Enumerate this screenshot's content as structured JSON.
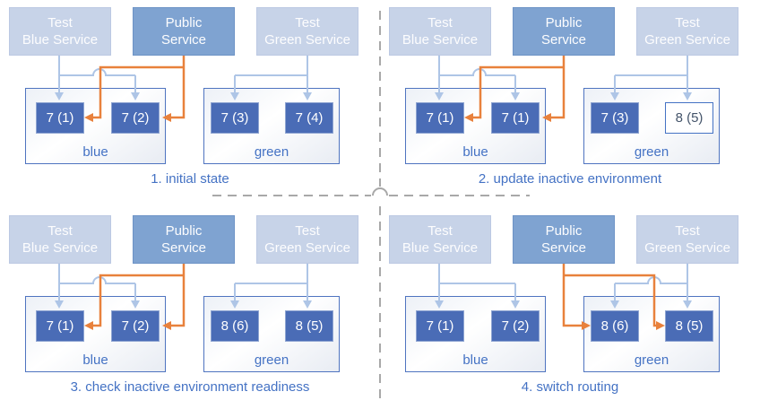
{
  "colors": {
    "service_test_fill": "#c7d3e8",
    "service_public_fill": "#7fa3d1",
    "pod_fill": "#4a6cb6",
    "pod_outline_border": "#4472c4",
    "env_border": "#4f74c0",
    "caption_text": "#4472c4",
    "test_route_arrow": "#aec5e6",
    "public_route_arrow": "#e8813c",
    "divider_dash": "#a8a8a8"
  },
  "panels": [
    {
      "caption": "1. initial state",
      "public_routes_to": "blue",
      "services": {
        "test_blue": {
          "line1": "Test",
          "line2": "Blue Service"
        },
        "public": {
          "line1": "Public",
          "line2": "Service"
        },
        "test_green": {
          "line1": "Test",
          "line2": "Green Service"
        }
      },
      "environments": {
        "blue": {
          "label": "blue",
          "pods": [
            {
              "label": "7 (1)",
              "state": "running"
            },
            {
              "label": "7 (2)",
              "state": "running"
            }
          ]
        },
        "green": {
          "label": "green",
          "pods": [
            {
              "label": "7 (3)",
              "state": "running"
            },
            {
              "label": "7 (4)",
              "state": "running"
            }
          ]
        }
      }
    },
    {
      "caption": "2. update inactive environment",
      "public_routes_to": "blue",
      "services": {
        "test_blue": {
          "line1": "Test",
          "line2": "Blue Service"
        },
        "public": {
          "line1": "Public",
          "line2": "Service"
        },
        "test_green": {
          "line1": "Test",
          "line2": "Green Service"
        }
      },
      "environments": {
        "blue": {
          "label": "blue",
          "pods": [
            {
              "label": "7 (1)",
              "state": "running"
            },
            {
              "label": "7 (1)",
              "state": "running"
            }
          ]
        },
        "green": {
          "label": "green",
          "pods": [
            {
              "label": "7 (3)",
              "state": "running"
            },
            {
              "label": "8 (5)",
              "state": "updating"
            }
          ]
        }
      }
    },
    {
      "caption": "3. check inactive environment readiness",
      "public_routes_to": "blue",
      "services": {
        "test_blue": {
          "line1": "Test",
          "line2": "Blue Service"
        },
        "public": {
          "line1": "Public",
          "line2": "Service"
        },
        "test_green": {
          "line1": "Test",
          "line2": "Green Service"
        }
      },
      "environments": {
        "blue": {
          "label": "blue",
          "pods": [
            {
              "label": "7 (1)",
              "state": "running"
            },
            {
              "label": "7 (2)",
              "state": "running"
            }
          ]
        },
        "green": {
          "label": "green",
          "pods": [
            {
              "label": "8 (6)",
              "state": "running"
            },
            {
              "label": "8 (5)",
              "state": "running"
            }
          ]
        }
      }
    },
    {
      "caption": "4. switch routing",
      "public_routes_to": "green",
      "services": {
        "test_blue": {
          "line1": "Test",
          "line2": "Blue Service"
        },
        "public": {
          "line1": "Public",
          "line2": "Service"
        },
        "test_green": {
          "line1": "Test",
          "line2": "Green Service"
        }
      },
      "environments": {
        "blue": {
          "label": "blue",
          "pods": [
            {
              "label": "7 (1)",
              "state": "running"
            },
            {
              "label": "7 (2)",
              "state": "running"
            }
          ]
        },
        "green": {
          "label": "green",
          "pods": [
            {
              "label": "8 (6)",
              "state": "running"
            },
            {
              "label": "8 (5)",
              "state": "running"
            }
          ]
        }
      }
    }
  ]
}
